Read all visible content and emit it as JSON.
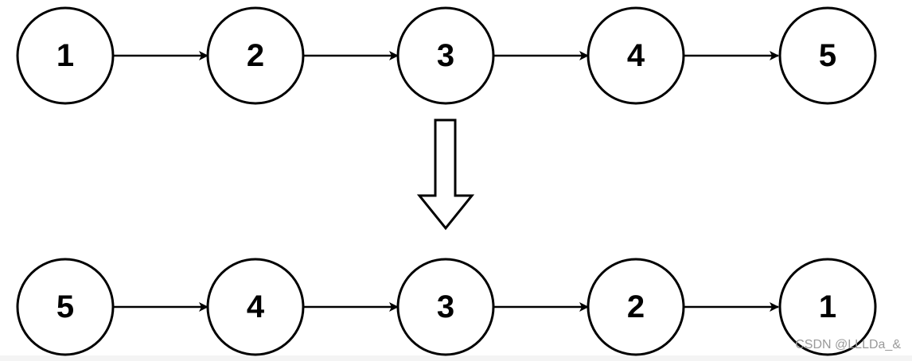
{
  "colors": {
    "stroke": "#000000",
    "node_fill": "#ffffff",
    "watermark": "#9a9a9a"
  },
  "top_list": [
    "1",
    "2",
    "3",
    "4",
    "5"
  ],
  "bottom_list": [
    "5",
    "4",
    "3",
    "2",
    "1"
  ],
  "watermark": "CSDN @LLLDa_&"
}
